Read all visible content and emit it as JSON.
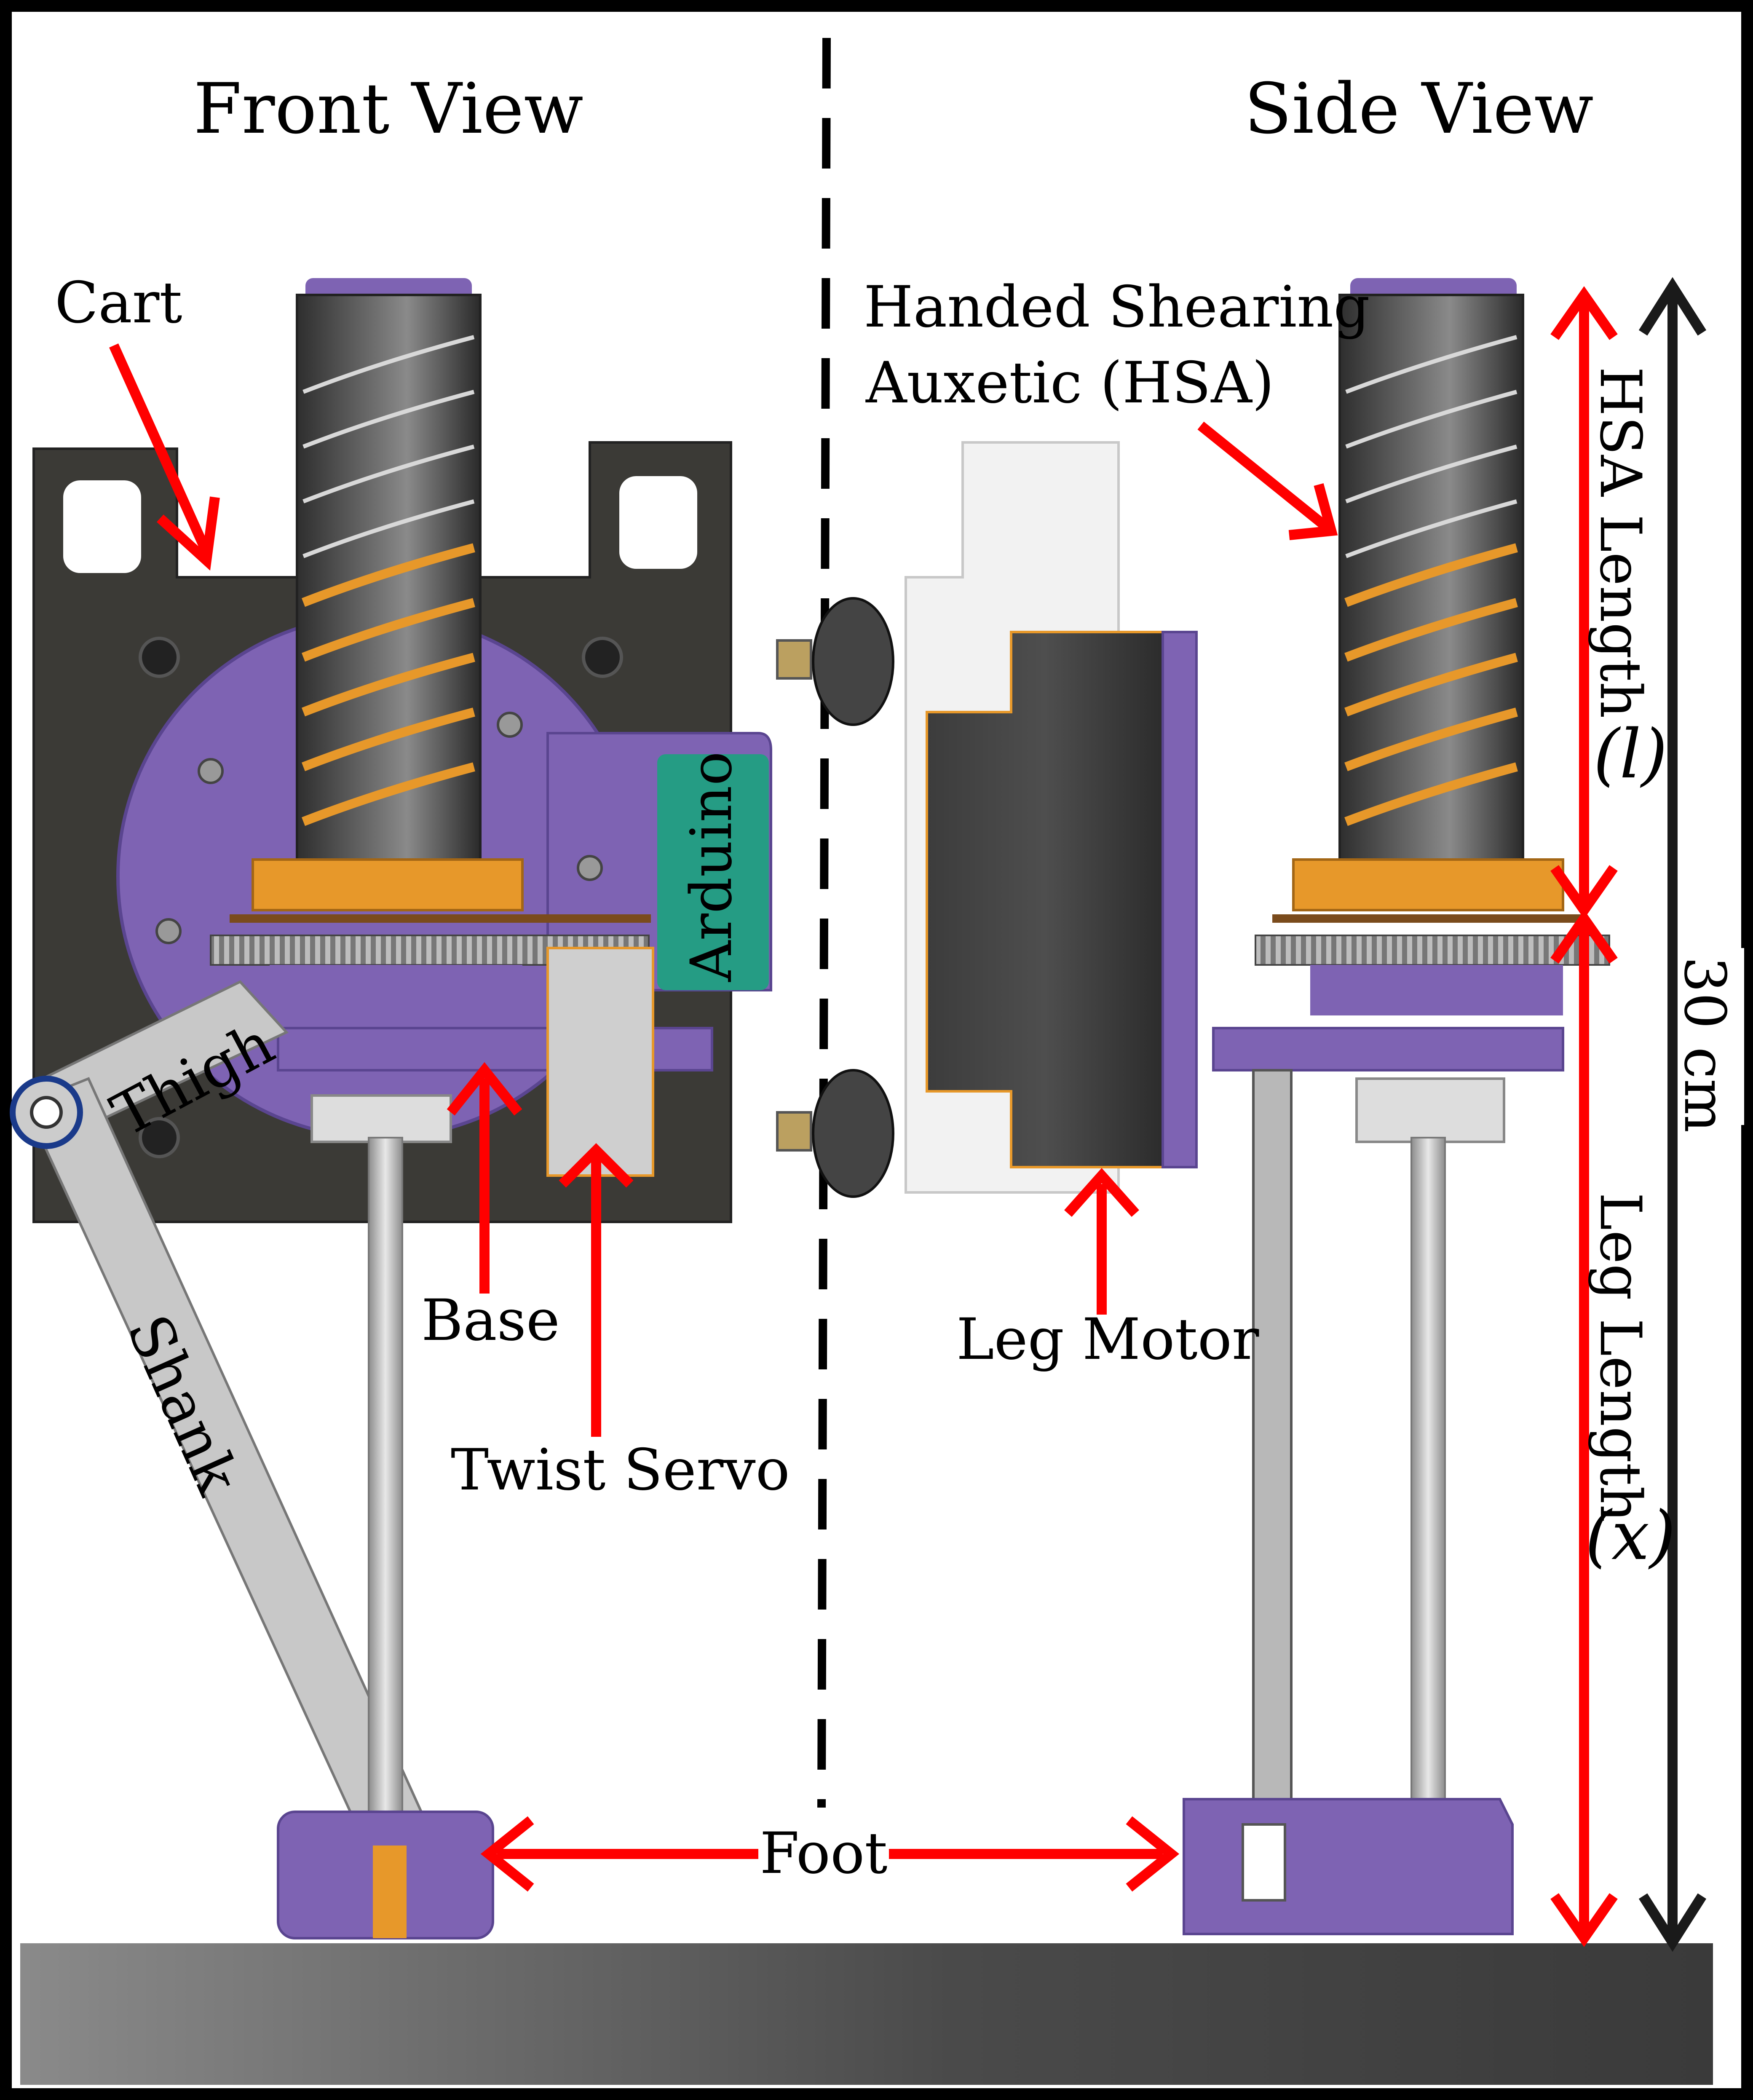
{
  "views": {
    "front": "Front View",
    "side": "Side View"
  },
  "labels": {
    "cart": "Cart",
    "hsa_line1": "Handed Shearing",
    "hsa_line2": "Auxetic (HSA)",
    "arduino": "Arduino",
    "thigh": "Thigh",
    "shank": "Shank",
    "base": "Base",
    "twist_servo": "Twist Servo",
    "leg_motor": "Leg Motor",
    "foot": "Foot"
  },
  "dimensions": {
    "hsa_length": "HSA Length",
    "hsa_symbol": "(l)",
    "leg_length": "Leg Length",
    "leg_symbol": "(x)",
    "total": "30 cm"
  },
  "colors": {
    "purple": "#7e63b3",
    "dark_purple": "#5a4590",
    "orange": "#e7982a",
    "arrow_red": "#ff0000",
    "arduino_teal": "#259c84",
    "cart_plate": "#3b3a36",
    "ground_dark": "#3d3d3d",
    "ground_light": "#888888"
  }
}
